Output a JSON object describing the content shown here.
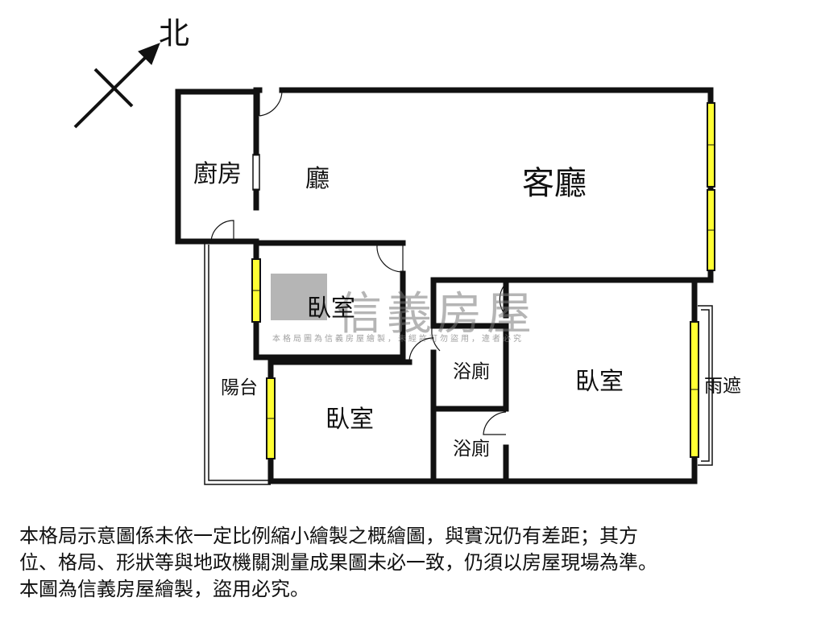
{
  "compass": {
    "label": "北"
  },
  "rooms": {
    "kitchen": "廚房",
    "dining": "廳",
    "living": "客廳",
    "bedroom_small": "臥室",
    "bedroom_left": "臥室",
    "bedroom_right": "臥室",
    "bath_upper": "浴廁",
    "bath_lower": "浴廁",
    "balcony": "陽台",
    "canopy": "雨遮"
  },
  "watermark": {
    "brand": "信義房屋",
    "note": "本格局圖為信義房屋繪製，未經許可勿盜用，違者必究"
  },
  "disclaimer": [
    "本格局示意圖係未依一定比例縮小繪製之概繪圖，與實況仍有差距；其方",
    "位、格局、形狀等與地政機關測量成果圖未必一致，仍須以房屋現場為準。",
    "本圖為信義房屋繪製，盜用必究。"
  ],
  "colors": {
    "wall": "#111111",
    "window": "#ffff33",
    "watermark": "#888888"
  }
}
